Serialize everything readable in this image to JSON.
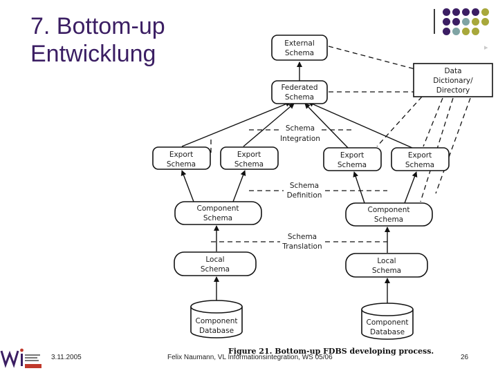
{
  "slide": {
    "title_line1": "7. Bottom-up",
    "title_line2": "Entwicklung",
    "date": "3.11.2005",
    "footer_text": "Felix Naumann, VL Informationsintegration, WS 05/06",
    "page_number": "26",
    "brand_colors": {
      "purple": "#3b1e63",
      "olive": "#a8a83b",
      "teal": "#7fa4a4",
      "red": "#c0392b"
    }
  },
  "figure": {
    "caption": "Figure 21.  Bottom-up FDBS developing process.",
    "nodes": {
      "external": {
        "line1": "External",
        "line2": "Schema"
      },
      "dictionary": {
        "line1": "Data",
        "line2": "Dictionary/",
        "line3": "Directory"
      },
      "federated": {
        "line1": "Federated",
        "line2": "Schema"
      },
      "export1": {
        "line1": "Export",
        "line2": "Schema"
      },
      "export2": {
        "line1": "Export",
        "line2": "Schema"
      },
      "export3": {
        "line1": "Export",
        "line2": "Schema"
      },
      "export4": {
        "line1": "Export",
        "line2": "Schema"
      },
      "component1": {
        "line1": "Component",
        "line2": "Schema"
      },
      "component2": {
        "line1": "Component",
        "line2": "Schema"
      },
      "local1": {
        "line1": "Local",
        "line2": "Schema"
      },
      "local2": {
        "line1": "Local",
        "line2": "Schema"
      },
      "database1": {
        "line1": "Component",
        "line2": "Database"
      },
      "database2": {
        "line1": "Component",
        "line2": "Database"
      }
    },
    "edge_labels": {
      "integration": {
        "line1": "Schema",
        "line2": "Integration"
      },
      "definition": {
        "line1": "Schema",
        "line2": "Definition"
      },
      "translation": {
        "line1": "Schema",
        "line2": "Translation"
      }
    }
  }
}
